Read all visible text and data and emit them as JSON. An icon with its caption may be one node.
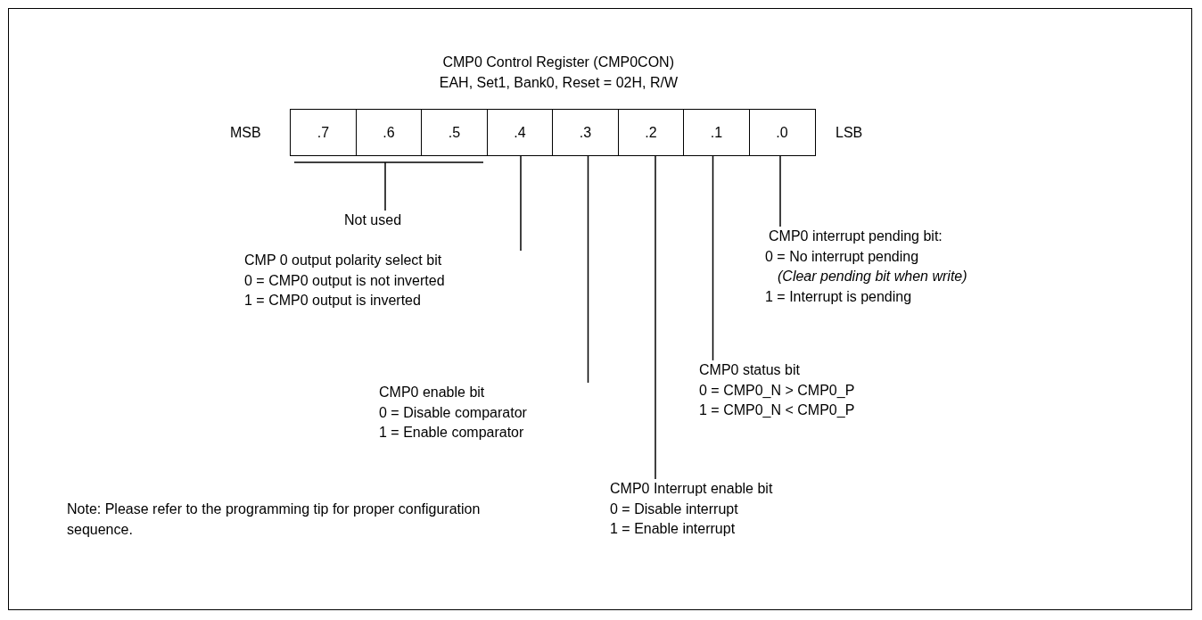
{
  "diagram": {
    "title": "CMP0 Control Register (CMP0CON)",
    "nodes": [
      {
        "text": [
          ".7"
        ]
      },
      {
        "text": [
          ".6"
        ]
      },
      {
        "text": [
          ".5"
        ]
      },
      {
        "text": [
          ".4"
        ]
      },
      {
        "text": [
          ".3"
        ]
      },
      {
        "text": [
          ".2"
        ]
      },
      {
        "text": [
          ".1"
        ]
      },
      {
        "text": [
          ".0"
        ]
      },
      {
        "text": [
          "Not used"
        ]
      },
      {
        "text": [
          "CMP 0 output polarity select bit",
          "0 = CMP0 output is not inverted",
          "1 = CMP0 output is inverted"
        ]
      },
      {
        "text": [
          "CMP0 enable bit",
          "0 = Disable comparator",
          "1 = Enable comparator"
        ]
      },
      {
        "text": [
          "CMP0 Interrupt enable bit",
          "0 = Disable interrupt",
          "1 = Enable interrupt"
        ]
      },
      {
        "text": [
          "CMP0 status bit",
          "0 = CMP0_N > CMP0_P",
          "1 = CMP0_N < CMP0_P"
        ]
      },
      {
        "text": [
          "CMP0 interrupt pending bit:",
          "0 = No interrupt pending",
          "(Clear pending bit when write)",
          "1 = Interrupt is pending"
        ]
      }
    ],
    "edges": [
      {
        "from": 0,
        "to": 8,
        "arrow": "none"
      },
      {
        "from": 1,
        "to": 8,
        "arrow": "none"
      },
      {
        "from": 2,
        "to": 8,
        "arrow": "none"
      },
      {
        "from": 3,
        "to": 9,
        "arrow": "none"
      },
      {
        "from": 4,
        "to": 10,
        "arrow": "none"
      },
      {
        "from": 5,
        "to": 11,
        "arrow": "none"
      },
      {
        "from": 6,
        "to": 12,
        "arrow": "none"
      },
      {
        "from": 7,
        "to": 13,
        "arrow": "none"
      }
    ],
    "labels": [
      "EAH, Set1, Bank0, Reset = 02H,  R/W",
      "MSB",
      "LSB",
      "Note:  Please refer to the programming tip for proper configuration sequence."
    ]
  }
}
